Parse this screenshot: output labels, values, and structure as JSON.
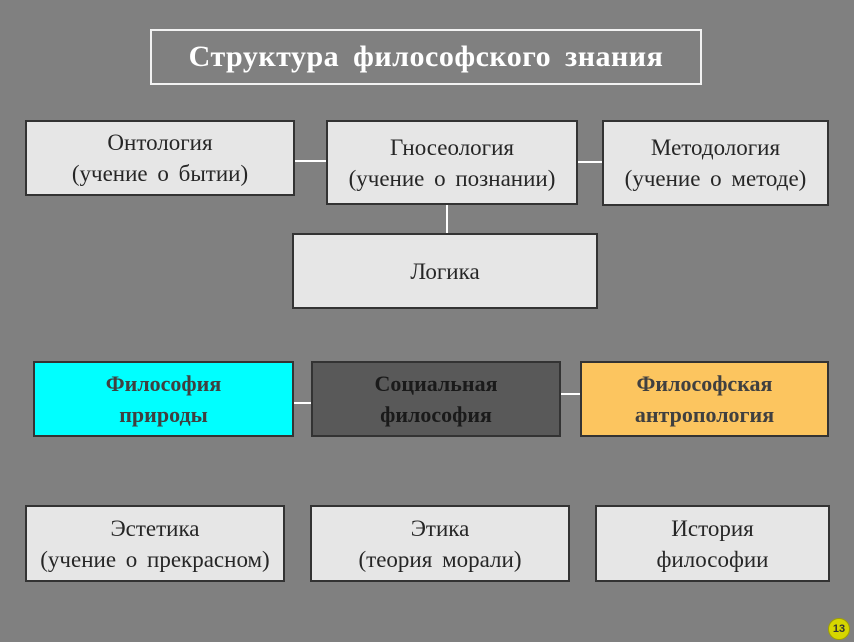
{
  "title": "Структура философского знания",
  "row1": [
    {
      "line1": "Онтология",
      "line2": "(учение о бытии)"
    },
    {
      "line1": "Гносеология",
      "line2": "(учение о познании)"
    },
    {
      "line1": "Методология",
      "line2": "(учение о методе)"
    }
  ],
  "logic": {
    "line1": "Логика"
  },
  "row2": [
    {
      "line1": "Философия",
      "line2": "природы"
    },
    {
      "line1": "Социальная",
      "line2": "философия"
    },
    {
      "line1": "Философская",
      "line2": "антропология"
    }
  ],
  "row3": [
    {
      "line1": "Эстетика",
      "line2": "(учение о прекрасном)"
    },
    {
      "line1": "Этика",
      "line2": "(теория морали)"
    },
    {
      "line1": "История",
      "line2": "философии"
    }
  ],
  "slide_number": "13",
  "colors": {
    "background": "#808080",
    "box": "#e6e6e6",
    "cyan": "#00ffff",
    "dark": "#595959",
    "orange": "#fcc55f"
  }
}
